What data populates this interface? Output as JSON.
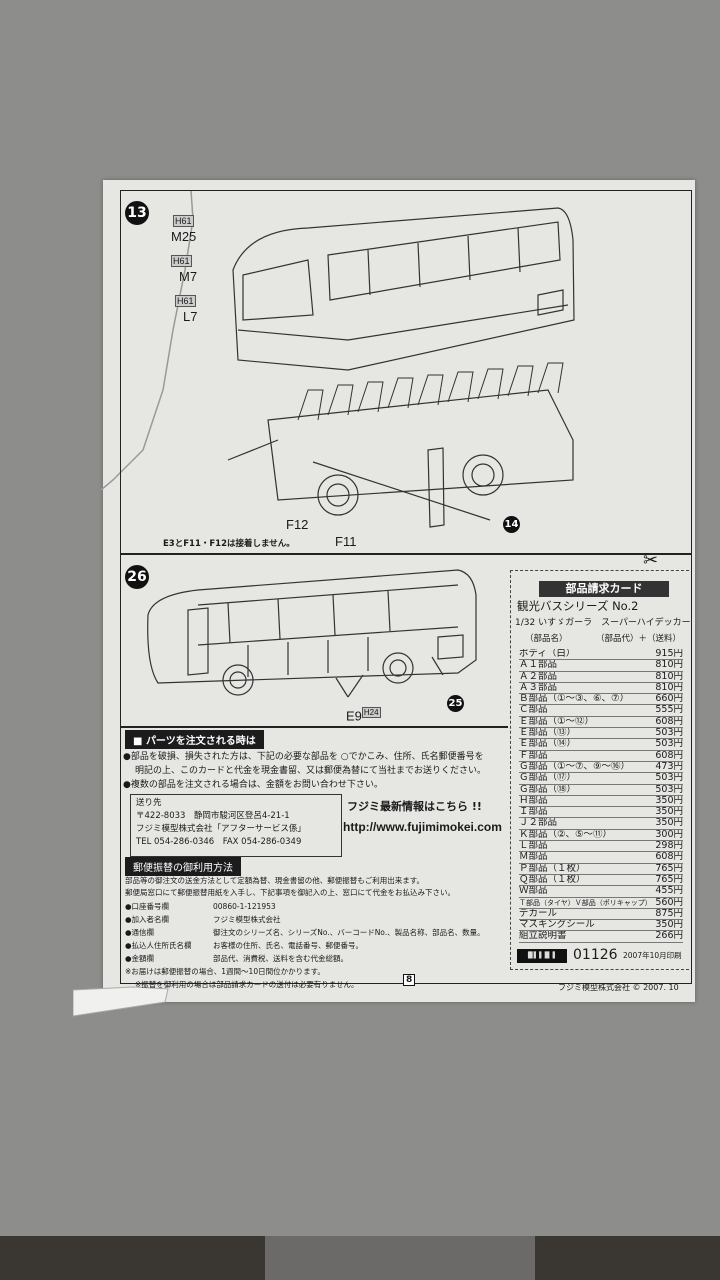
{
  "step13": {
    "number": "13",
    "labels": [
      {
        "tag": "H61",
        "part": "M25"
      },
      {
        "tag": "H61",
        "part": "M7"
      },
      {
        "tag": "H61",
        "part": "L7"
      }
    ],
    "part_f12": "F12",
    "part_f11": "F11",
    "note": "E3とF11・F12は接着しません。",
    "ref_step": "14"
  },
  "step26": {
    "number": "26",
    "part_e9": "E9",
    "tag_h24": "H24",
    "ref_step": "25"
  },
  "order_section": {
    "title": "パーツを注文される時は",
    "bullet1_line1": "●部品を破損、損失された方は、下記の必要な部品を ○でかこみ、住所、氏名郵便番号を",
    "bullet1_line2": "明記の上、このカードと代金を現金書留、又は郵便為替にて当社までお送りください。",
    "bullet2": "●複数の部品を注文される場合は、金額をお問い合わせ下さい。",
    "address": {
      "heading": "送り先",
      "postal": "〒422-8033　静岡市駿河区登呂4-21-1",
      "company": "フジミ模型株式会社「アフターサービス係」",
      "phone": "TEL 054-286-0346　FAX 054-286-0349"
    },
    "promo": "フジミ最新情報はこちら !!",
    "url": "http://www.fujimimokei.com"
  },
  "postal_transfer": {
    "title": "郵便振替の御利用方法",
    "intro1": "部品等の御注文の送金方法として定額為替、現金書留の他、郵便振替もご利用出来ます。",
    "intro2": "郵便局窓口にて郵便振替用紙を入手し、下記事項を御記入の上、窓口にて代金をお払込み下さい。",
    "fields": [
      {
        "label": "●口座番号欄",
        "value": "00860-1-121953"
      },
      {
        "label": "●加入者名欄",
        "value": "フジミ模型株式会社"
      },
      {
        "label": "●通信欄",
        "value": "御注文のシリーズ名、シリーズNo.、バーコードNo.、製品名称、部品名、数量。"
      },
      {
        "label": "●払込人住所氏名欄",
        "value": "お客様の住所、氏名、電話番号、郵便番号。"
      },
      {
        "label": "●金額欄",
        "value": "部品代、消費税、送料を含む代金総額。"
      }
    ],
    "note1": "※お届けは郵便振替の場合、1週間〜10日間位かかります。",
    "note2": "※振替を御利用の場合は部品請求カードの送付は必要有りません。",
    "page_number": "8"
  },
  "parts_card": {
    "title": "部品請求カード",
    "series": "観光バスシリーズ No.2",
    "product": "1/32 いすゞガーラ　スーパーハイデッカー",
    "col_name": "（部品名）",
    "col_price": "（部品代）＋（送料）",
    "items": [
      {
        "name": "ボディ（白）",
        "price": "915円"
      },
      {
        "name": "Ａ１部品",
        "price": "810円"
      },
      {
        "name": "Ａ２部品",
        "price": "810円"
      },
      {
        "name": "Ａ３部品",
        "price": "810円"
      },
      {
        "name": "Ｂ部品（①〜③、⑥、⑦）",
        "price": "660円"
      },
      {
        "name": "Ｃ部品",
        "price": "555円"
      },
      {
        "name": "Ｅ部品（①〜⑫）",
        "price": "608円"
      },
      {
        "name": "Ｅ部品（⑬）",
        "price": "503円"
      },
      {
        "name": "Ｅ部品（⑭）",
        "price": "503円"
      },
      {
        "name": "Ｆ部品",
        "price": "608円"
      },
      {
        "name": "Ｇ部品（①〜⑦、⑨〜⑯）",
        "price": "473円"
      },
      {
        "name": "Ｇ部品（⑰）",
        "price": "503円"
      },
      {
        "name": "Ｇ部品（⑱）",
        "price": "503円"
      },
      {
        "name": "Ｈ部品",
        "price": "350円"
      },
      {
        "name": "Ｉ部品",
        "price": "350円"
      },
      {
        "name": "Ｊ２部品",
        "price": "350円"
      },
      {
        "name": "Ｋ部品（②、⑤〜⑪）",
        "price": "300円"
      },
      {
        "name": "Ｌ部品",
        "price": "298円"
      },
      {
        "name": "Ｍ部品",
        "price": "608円"
      },
      {
        "name": "Ｐ部品（１枚）",
        "price": "765円"
      },
      {
        "name": "Ｑ部品（１枚）",
        "price": "765円"
      },
      {
        "name": "Ｗ部品",
        "price": "455円"
      },
      {
        "name": "Ｔ部品（タイヤ）Ｖ部品（ポリキャップ）",
        "price": "560円"
      },
      {
        "name": "デカール",
        "price": "875円"
      },
      {
        "name": "マスキングシール",
        "price": "350円"
      },
      {
        "name": "組立説明書",
        "price": "266円"
      }
    ],
    "code": "01126",
    "print_date": "2007年10月印刷"
  },
  "footer": {
    "copyright": "フジミ模型株式会社 © 2007. 10"
  }
}
